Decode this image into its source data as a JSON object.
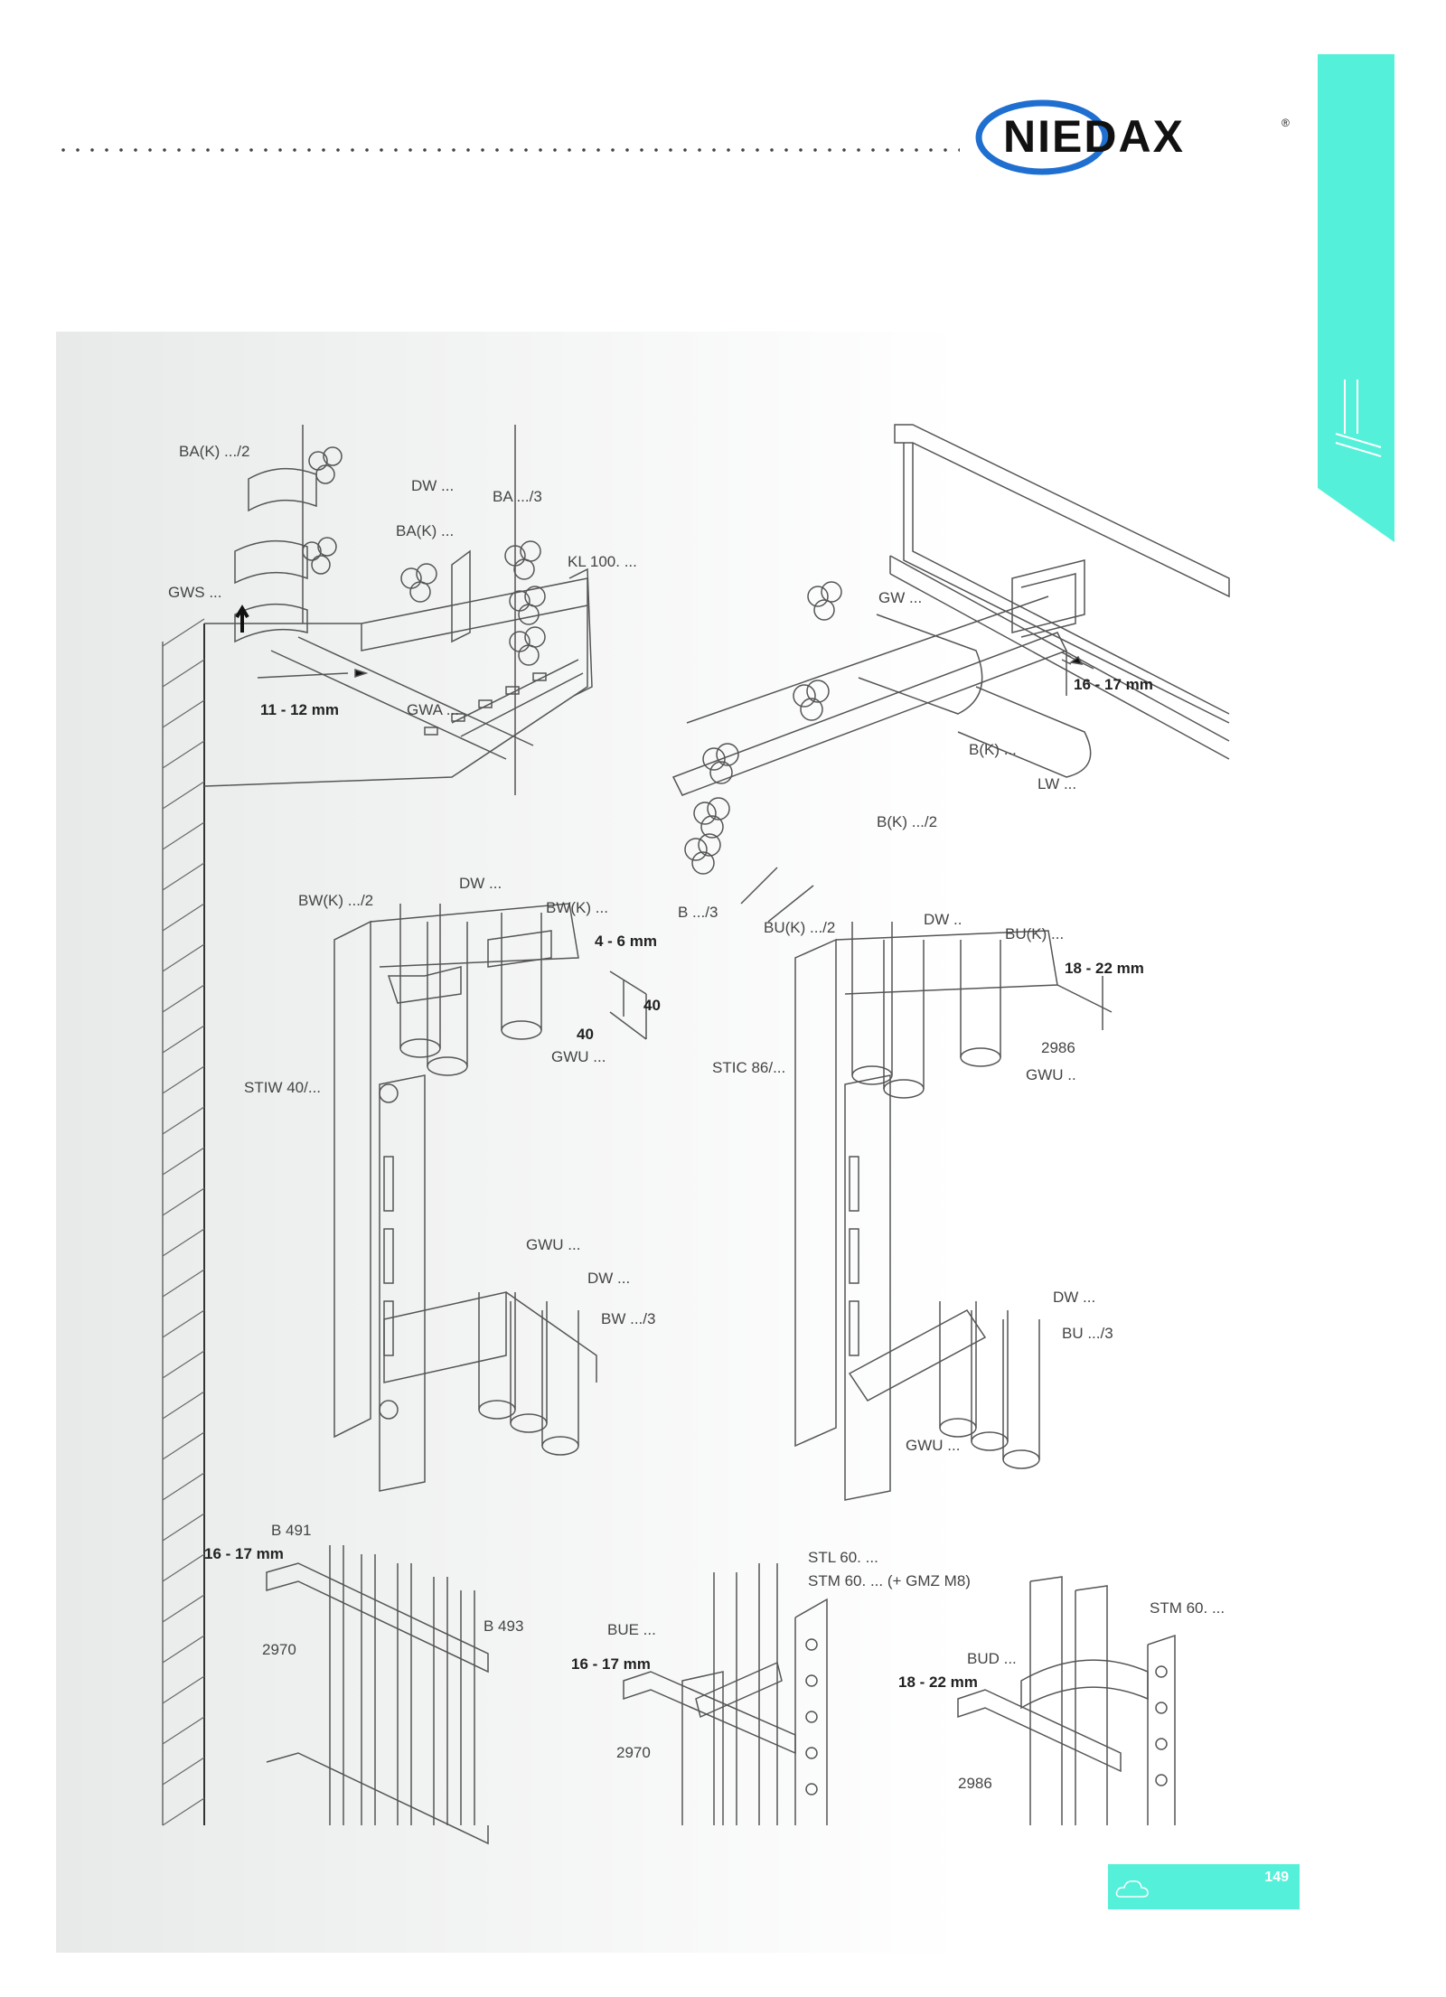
{
  "brand": {
    "name": "NIEDAX",
    "registered": "®"
  },
  "page_number": "149",
  "colors": {
    "accent": "#55f0d9",
    "logo_blue": "#1f6fd1",
    "line": "#555555"
  },
  "icons": {
    "footer": "cloud-icon",
    "tab": "cable-support-icon"
  },
  "labels": {
    "ba_k_2": "BA(K) .../2",
    "dw_a": "DW ...",
    "ba_3": "BA .../3",
    "ba_k": "BA(K) ...",
    "kl_100": "KL 100. ...",
    "gws": "GWS ...",
    "gwa": "GWA ...",
    "mm_11_12": "11 - 12 mm",
    "gw": "GW ...",
    "mm_16_17_a": "16 - 17 mm",
    "b_k": "B(K) ...",
    "lw": "LW ...",
    "b_k_2": "B(K) .../2",
    "b_3": "B .../3",
    "dw_b": "DW ...",
    "bw_k_2": "BW(K) .../2",
    "bw_k": "BW(K) ...",
    "mm_4_6": "4 - 6 mm",
    "d40_a": "40",
    "d40_b": "40",
    "gwu_a": "GWU ...",
    "stiw": "STIW 40/...",
    "bu_k_2": "BU(K) .../2",
    "dw_c": "DW ..",
    "bu_k": "BU(K) ...",
    "mm_18_22_a": "18 - 22 mm",
    "n2986_a": "2986",
    "gwu_b": "GWU ..",
    "stic": "STIC 86/...",
    "gwu_c": "GWU ...",
    "dw_d": "DW ...",
    "bw_3": "BW .../3",
    "dw_e": "DW ...",
    "bu_3": "BU .../3",
    "gwu_d": "GWU ...",
    "b491": "B 491",
    "mm_16_17_b": "16 - 17 mm",
    "b493": "B 493",
    "n2970_a": "2970",
    "stl": "STL 60. ...",
    "stm_gmz": "STM 60. ... (+ GMZ M8)",
    "stm": "STM 60. ...",
    "bue": "BUE ...",
    "mm_16_17_c": "16 - 17 mm",
    "n2970_b": "2970",
    "bud": "BUD ...",
    "mm_18_22_b": "18 - 22 mm",
    "n2986_b": "2986"
  }
}
